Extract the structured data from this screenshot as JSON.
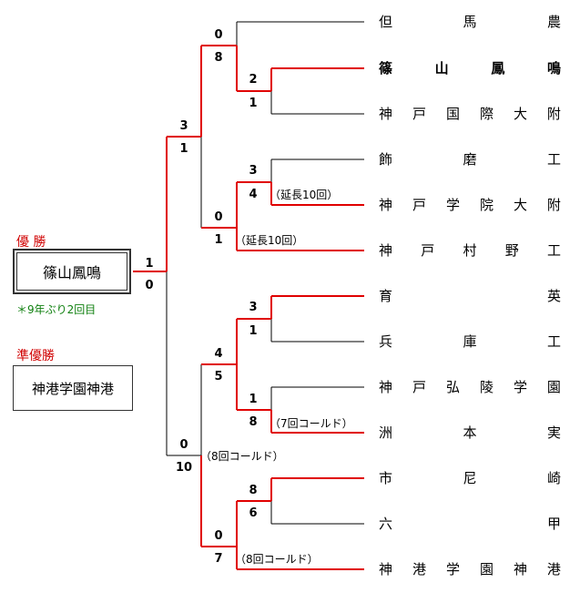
{
  "labels": {
    "champion_heading": "優 勝",
    "champion": "篠山鳳鳴",
    "champion_note": "＊9年ぶり2回目",
    "runnerup_heading": "準優勝",
    "runnerup": "神港学園神港"
  },
  "teams": [
    [
      "但",
      "馬",
      "農"
    ],
    [
      "篠",
      "山",
      "鳳",
      "鳴"
    ],
    [
      "神",
      "戸",
      "国",
      "際",
      "大",
      "附"
    ],
    [
      "飾",
      "磨",
      "工"
    ],
    [
      "神",
      "戸",
      "学",
      "院",
      "大",
      "附"
    ],
    [
      "神",
      "戸",
      "村",
      "野",
      "工"
    ],
    [
      "育",
      "英"
    ],
    [
      "兵",
      "庫",
      "工"
    ],
    [
      "神",
      "戸",
      "弘",
      "陵",
      "学",
      "園"
    ],
    [
      "洲",
      "本",
      "実"
    ],
    [
      "市",
      "尼",
      "崎"
    ],
    [
      "六",
      "甲"
    ],
    [
      "神",
      "港",
      "学",
      "園",
      "神",
      "港"
    ]
  ],
  "scores": {
    "r1_a_top": "2",
    "r1_a_bot": "1",
    "r1_b_top": "3",
    "r1_b_bot": "4",
    "r1_c_top": "3",
    "r1_c_bot": "1",
    "r1_d_top": "1",
    "r1_d_bot": "8",
    "r1_e_top": "8",
    "r1_e_bot": "6",
    "r2_a_top": "0",
    "r2_a_bot": "8",
    "r2_b_top": "0",
    "r2_b_bot": "1",
    "r2_c_top": "4",
    "r2_c_bot": "5",
    "r2_d_top": "0",
    "r2_d_bot": "7",
    "sf_a_top": "3",
    "sf_a_bot": "1",
    "sf_b_top": "0",
    "sf_b_bot": "10",
    "final_top": "1",
    "final_bot": "0"
  },
  "notes": {
    "extra_innings_1": "（延長10回）",
    "extra_innings_2": "（延長10回）",
    "called_7": "（7回コールド）",
    "called_8a": "（8回コールド）",
    "called_8b": "（8回コールド）"
  },
  "colors": {
    "win": "#e00000",
    "lose": "#000000"
  }
}
